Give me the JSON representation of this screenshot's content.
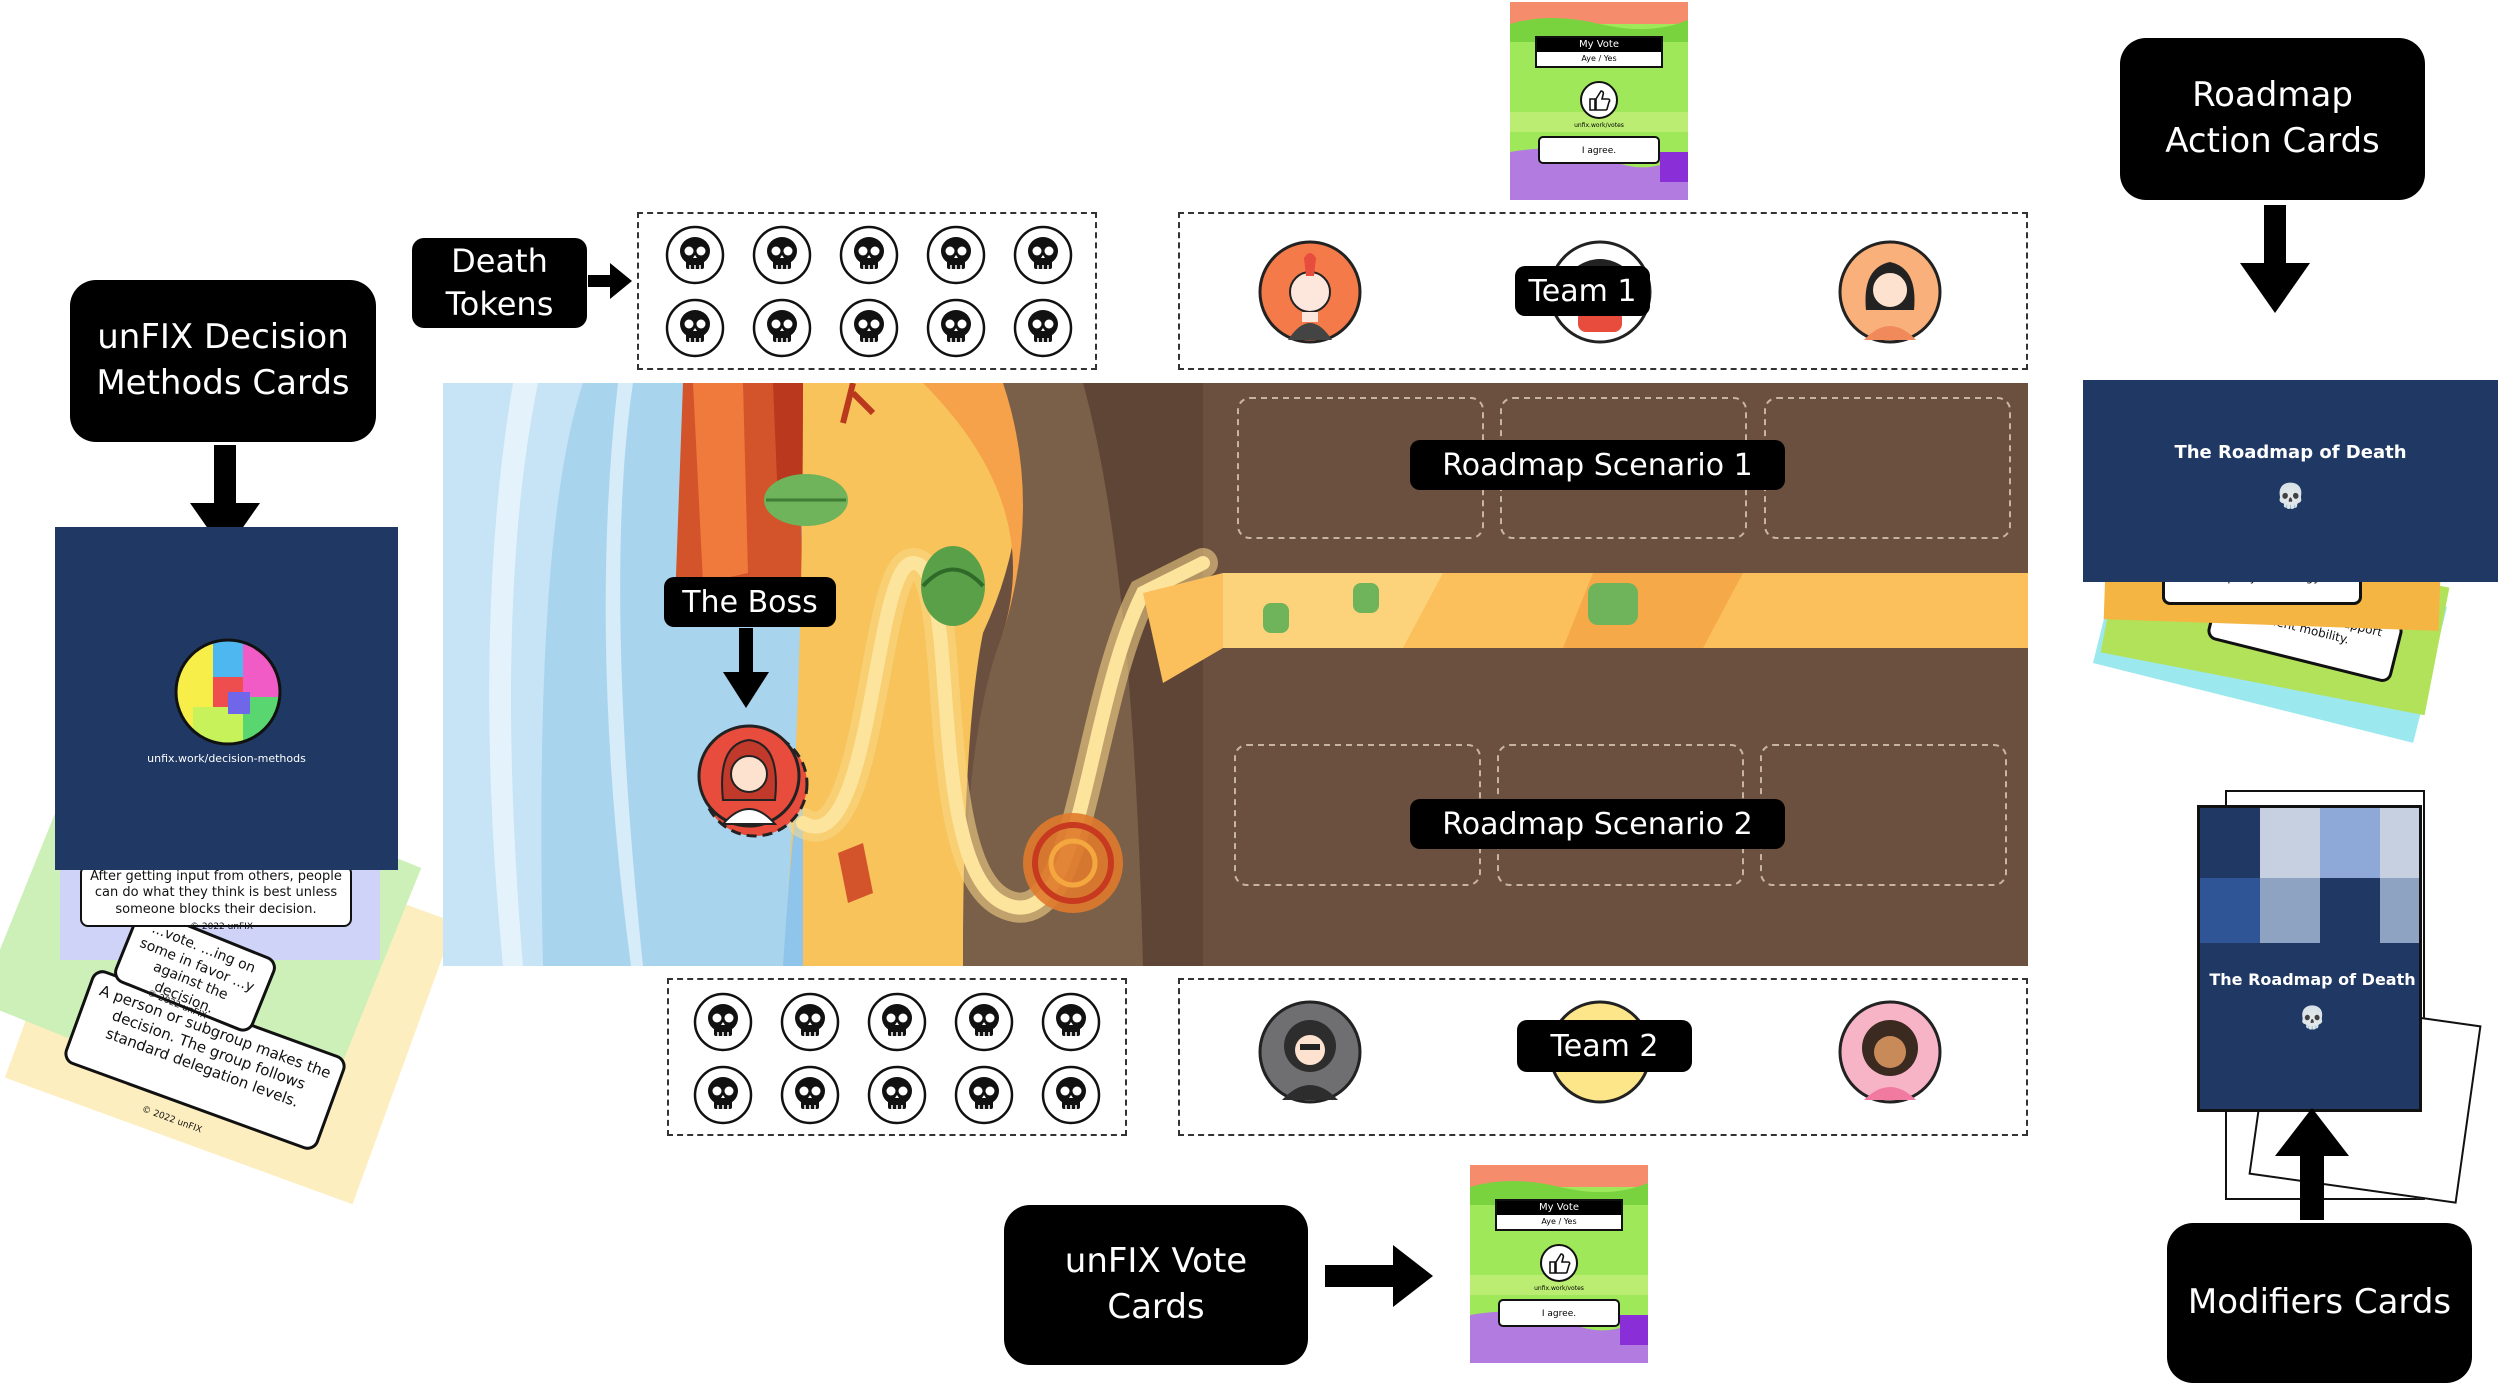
{
  "labels": {
    "decision_methods": "unFIX Decision\nMethods Cards",
    "death_tokens": "Death\nTokens",
    "roadmap_action": "Roadmap\nAction Cards",
    "vote_cards": "unFIX Vote\nCards",
    "modifiers": "Modifiers Cards",
    "team1": "Team 1",
    "team2": "Team 2",
    "boss": "The Boss",
    "scenario1": "Roadmap Scenario 1",
    "scenario2": "Roadmap Scenario 2"
  },
  "decision_card": {
    "url": "unfix.work/decision-methods",
    "card1_text": "After getting input from others, people can do what they think is best unless someone blocks their decision.",
    "card1_copyright": "© 2022 unFIX",
    "card2_text": "...vote. ...ing on some in favor ...y against the decision.",
    "card2_copyright": "© 2022 unFIX",
    "card3_text": "A person or subgroup makes the decision. The group follows standard delegation levels.",
    "card3_copyright": "© 2022 unFIX"
  },
  "vote_card": {
    "header": "My Vote",
    "sub": "Aye / Yes",
    "url": "unfix.work/votes",
    "agree": "I agree."
  },
  "roadmap_deck": {
    "title": "The Roadmap of Death",
    "skull": "💀",
    "under1": "company's strategy.",
    "under2": "...structures that support talent mobility."
  },
  "modifier_deck": {
    "title": "The Roadmap of Death",
    "skull": "💀"
  },
  "colors": {
    "navy": "#1f3864",
    "sky": "#a9d4ee",
    "sand": "#f5b04a",
    "brown": "#6b5040",
    "road": "#fbbf5c"
  }
}
